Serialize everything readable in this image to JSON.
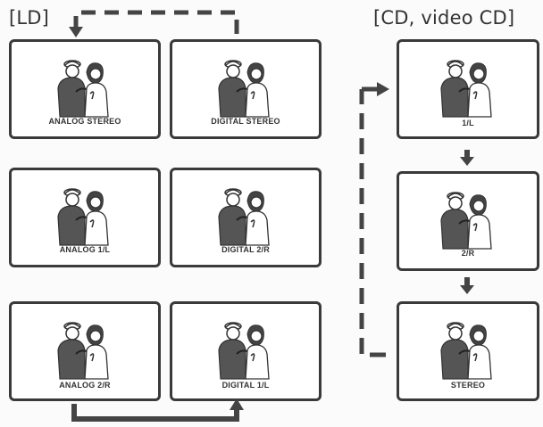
{
  "ld": {
    "title": "[LD]",
    "screens": [
      {
        "caption": "ANALOG STEREO"
      },
      {
        "caption": "DIGITAL STEREO"
      },
      {
        "caption": "ANALOG 1/L"
      },
      {
        "caption": "DIGITAL 2/R"
      },
      {
        "caption": "ANALOG 2/R"
      },
      {
        "caption": "DIGITAL 1/L"
      }
    ]
  },
  "cd": {
    "title": "[CD, video CD]",
    "screens": [
      {
        "caption": "1/L"
      },
      {
        "caption": "2/R"
      },
      {
        "caption": "STEREO"
      }
    ]
  },
  "colors": {
    "ink": "#3a3a3a",
    "arrow": "#444444"
  },
  "icons": [
    "couple-illustration",
    "dashed-return-arrow",
    "solid-arrow",
    "down-arrow"
  ]
}
